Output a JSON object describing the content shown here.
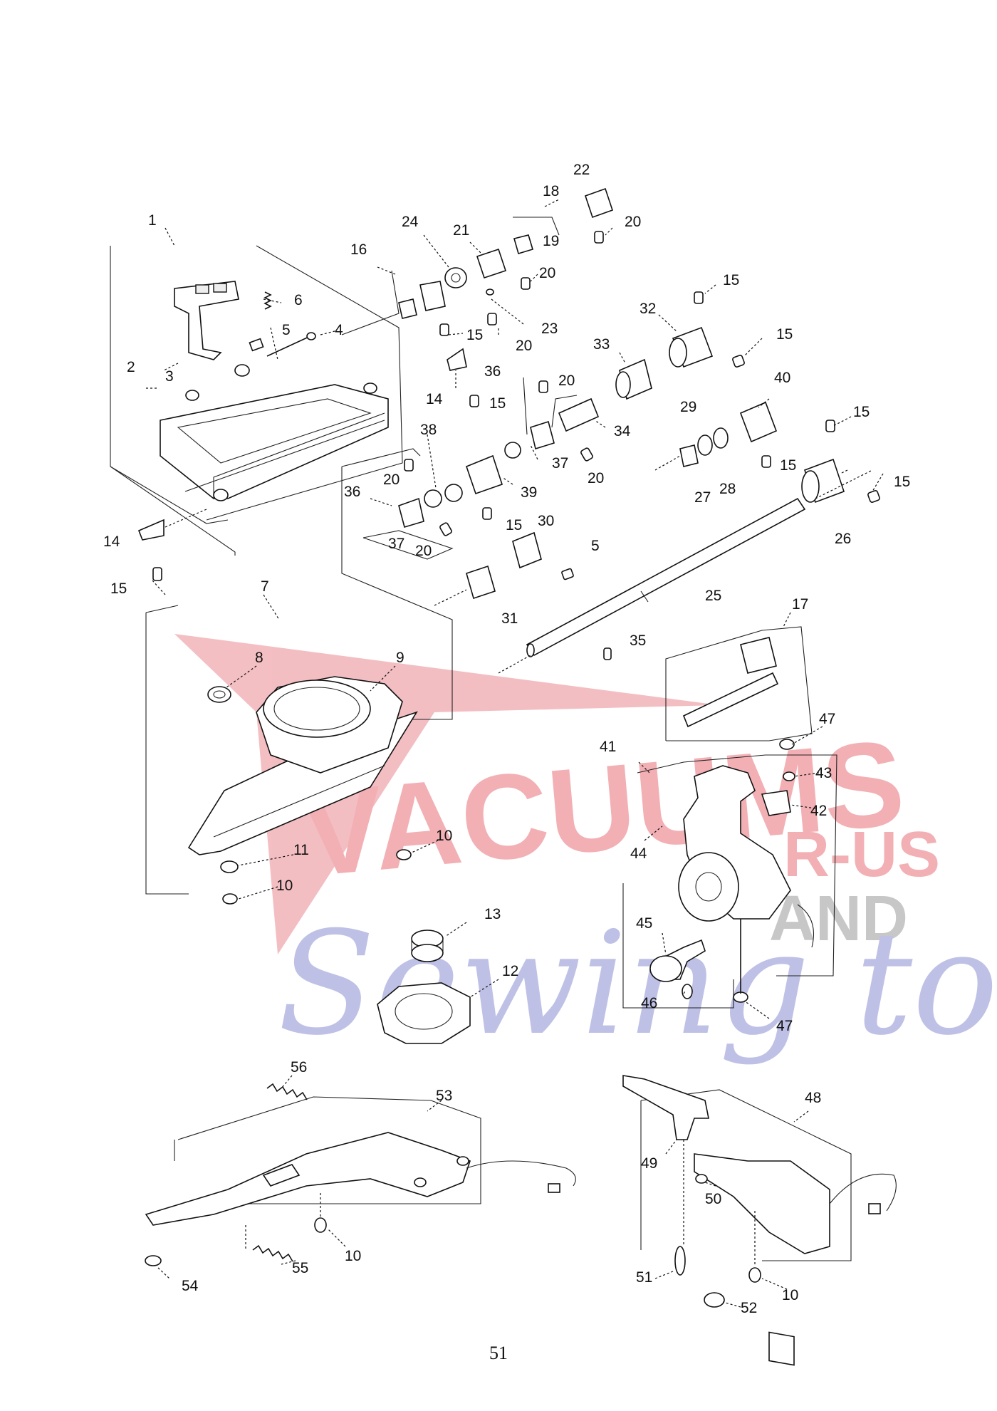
{
  "page_number": "51",
  "watermark": {
    "line1": "VACUUMS",
    "line2": "R-US",
    "line3": "AND",
    "line4": "Sewing too",
    "colors": {
      "red": "#e8707a",
      "blue": "#8a8fd0",
      "grey": "#9a9a9a"
    }
  },
  "part_labels": [
    {
      "id": "1",
      "text": "1"
    },
    {
      "id": "2",
      "text": "2"
    },
    {
      "id": "3",
      "text": "3"
    },
    {
      "id": "4",
      "text": "4"
    },
    {
      "id": "5a",
      "text": "5"
    },
    {
      "id": "6",
      "text": "6"
    },
    {
      "id": "7",
      "text": "7"
    },
    {
      "id": "8",
      "text": "8"
    },
    {
      "id": "9",
      "text": "9"
    },
    {
      "id": "10a",
      "text": "10"
    },
    {
      "id": "10b",
      "text": "10"
    },
    {
      "id": "11",
      "text": "11"
    },
    {
      "id": "12",
      "text": "12"
    },
    {
      "id": "13",
      "text": "13"
    },
    {
      "id": "14a",
      "text": "14"
    },
    {
      "id": "14b",
      "text": "14"
    },
    {
      "id": "15a",
      "text": "15"
    },
    {
      "id": "15b",
      "text": "15"
    },
    {
      "id": "15c",
      "text": "15"
    },
    {
      "id": "15d",
      "text": "15"
    },
    {
      "id": "15e",
      "text": "15"
    },
    {
      "id": "15f",
      "text": "15"
    },
    {
      "id": "15g",
      "text": "15"
    },
    {
      "id": "15h",
      "text": "15"
    },
    {
      "id": "15i",
      "text": "15"
    },
    {
      "id": "16",
      "text": "16"
    },
    {
      "id": "17",
      "text": "17"
    },
    {
      "id": "18",
      "text": "18"
    },
    {
      "id": "19",
      "text": "19"
    },
    {
      "id": "20a",
      "text": "20"
    },
    {
      "id": "20b",
      "text": "20"
    },
    {
      "id": "20c",
      "text": "20"
    },
    {
      "id": "20d",
      "text": "20"
    },
    {
      "id": "20e",
      "text": "20"
    },
    {
      "id": "20f",
      "text": "20"
    },
    {
      "id": "20g",
      "text": "20"
    },
    {
      "id": "21",
      "text": "21"
    },
    {
      "id": "22",
      "text": "22"
    },
    {
      "id": "23",
      "text": "23"
    },
    {
      "id": "24",
      "text": "24"
    },
    {
      "id": "25",
      "text": "25"
    },
    {
      "id": "26",
      "text": "26"
    },
    {
      "id": "27",
      "text": "27"
    },
    {
      "id": "28",
      "text": "28"
    },
    {
      "id": "29",
      "text": "29"
    },
    {
      "id": "30",
      "text": "30"
    },
    {
      "id": "31",
      "text": "31"
    },
    {
      "id": "32",
      "text": "32"
    },
    {
      "id": "33",
      "text": "33"
    },
    {
      "id": "34",
      "text": "34"
    },
    {
      "id": "35",
      "text": "35"
    },
    {
      "id": "36a",
      "text": "36"
    },
    {
      "id": "36b",
      "text": "36"
    },
    {
      "id": "37a",
      "text": "37"
    },
    {
      "id": "37b",
      "text": "37"
    },
    {
      "id": "38",
      "text": "38"
    },
    {
      "id": "39",
      "text": "39"
    },
    {
      "id": "40",
      "text": "40"
    },
    {
      "id": "41",
      "text": "41"
    },
    {
      "id": "42",
      "text": "42"
    },
    {
      "id": "43",
      "text": "43"
    },
    {
      "id": "44",
      "text": "44"
    },
    {
      "id": "45",
      "text": "45"
    },
    {
      "id": "46",
      "text": "46"
    },
    {
      "id": "47a",
      "text": "47"
    },
    {
      "id": "47b",
      "text": "47"
    },
    {
      "id": "48",
      "text": "48"
    },
    {
      "id": "49",
      "text": "49"
    },
    {
      "id": "50",
      "text": "50"
    },
    {
      "id": "51",
      "text": "51"
    },
    {
      "id": "52",
      "text": "52"
    },
    {
      "id": "53",
      "text": "53"
    },
    {
      "id": "54",
      "text": "54"
    },
    {
      "id": "55",
      "text": "55"
    },
    {
      "id": "56",
      "text": "56"
    },
    {
      "id": "5b",
      "text": "5"
    },
    {
      "id": "10c",
      "text": "10"
    },
    {
      "id": "10d",
      "text": "10"
    }
  ]
}
